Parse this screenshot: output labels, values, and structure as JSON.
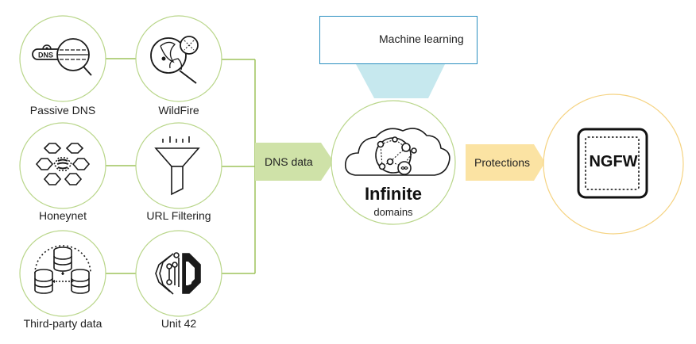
{
  "colors": {
    "green_line": "#9dc35b",
    "green_circle": "#b9d68a",
    "dns_arrow_fill": "#cfe2a8",
    "protections_arrow_fill": "#fbe3a3",
    "ngfw_circle": "#f5d382",
    "ml_border": "#2a8fc0",
    "ml_beam": "#c6e8ee",
    "icon_stroke": "#1a1a1a"
  },
  "sources": [
    {
      "label": "Passive DNS",
      "icon": "passive-dns-magnifier-icon"
    },
    {
      "label": "WildFire",
      "icon": "wildfire-magnifier-icon"
    },
    {
      "label": "Honeynet",
      "icon": "honeycomb-icon"
    },
    {
      "label": "URL Filtering",
      "icon": "funnel-icon"
    },
    {
      "label": "Third-party data",
      "icon": "databases-icon"
    },
    {
      "label": "Unit 42",
      "icon": "unit42-circuit-icon"
    }
  ],
  "dns_icon_text": "DNS",
  "flow": {
    "dns_data": "DNS data",
    "protections": "Protections"
  },
  "machine_learning": {
    "label": "Machine learning",
    "icon": "brain-hexagon-icon"
  },
  "core": {
    "title": "Infinite",
    "subtitle": "domains",
    "icon": "cloud-network-icon"
  },
  "target": {
    "label": "NGFW",
    "icon": "chip-icon"
  }
}
